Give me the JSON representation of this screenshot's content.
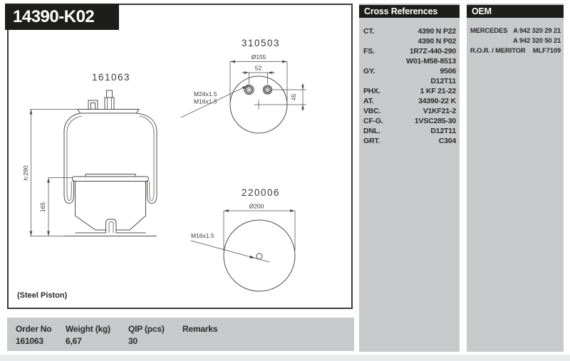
{
  "title": {
    "part_number": "14390-K02"
  },
  "drawing_box": {
    "note": "(Steel Piston)",
    "side_view": {
      "label": "161063",
      "dim_height": "h:290",
      "dim_piston": "165"
    },
    "top_view": {
      "label": "310503",
      "dim_diameter": "Ø155",
      "dim_spacing": "52",
      "dim_offset": "45",
      "thread_port": "M24x1.5",
      "thread_stud": "M16x1.5"
    },
    "bottom_view": {
      "label": "220006",
      "dim_diameter": "Ø200",
      "thread_stud": "M16x1.5"
    }
  },
  "cross_references": {
    "header": "Cross References",
    "rows": [
      {
        "label": "CT.",
        "value": "4390 N P22"
      },
      {
        "label": "",
        "value": "4390 N P02"
      },
      {
        "label": "FS.",
        "value": "1R7Z-440-290"
      },
      {
        "label": "",
        "value": "W01-M58-8513"
      },
      {
        "label": "GY.",
        "value": "9506"
      },
      {
        "label": "",
        "value": "D12T11"
      },
      {
        "label": "PHX.",
        "value": "1 KF 21-22"
      },
      {
        "label": "AT.",
        "value": "34390-22 K"
      },
      {
        "label": "VBC.",
        "value": "V1KF21-2"
      },
      {
        "label": "CF-G.",
        "value": "1VSC285-30"
      },
      {
        "label": "DNL.",
        "value": "D12T11"
      },
      {
        "label": "GRT.",
        "value": "C304"
      }
    ]
  },
  "oem": {
    "header": "OEM",
    "rows": [
      {
        "label": "MERCEDES",
        "value": "A 942 320 29 21"
      },
      {
        "label": "",
        "value": "A 942 320 50 21"
      },
      {
        "label": "R.O.R. / MERITOR",
        "value": "MLF7109"
      }
    ]
  },
  "order_table": {
    "headers": {
      "order_no": "Order No",
      "weight": "Weight (kg)",
      "qip": "QIP (pcs)",
      "remarks": "Remarks"
    },
    "row": {
      "order_no": "161063",
      "weight": "6,67",
      "qip": "30",
      "remarks": ""
    }
  },
  "colors": {
    "panel_gray": "#c8c9ca",
    "header_black": "#1d1d1b",
    "line_color": "#4b4b4a",
    "footer_strip": "#e8eaec"
  }
}
